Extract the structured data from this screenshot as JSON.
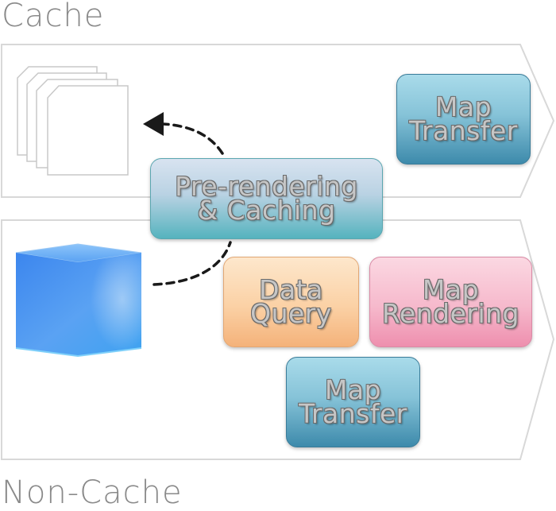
{
  "sections": {
    "cache_label": "Cache",
    "noncache_label": "Non-Cache"
  },
  "boxes": {
    "cache_map_transfer": "Map\nTransfer",
    "prerender_caching": "Pre-rendering\n& Caching",
    "data_query": "Data\nQuery",
    "map_rendering": "Map\nRendering",
    "noncache_map_transfer": "Map\nTransfer"
  },
  "colors": {
    "map_transfer": "#86c3d8",
    "prerender": "#b9d2e3",
    "data_query": "#fbd1a5",
    "map_rendering": "#f6b9cc",
    "database_cube": "#4a96f0",
    "arrow": "#1a1a1a"
  },
  "icons": {
    "tiles": "stacked-tiles-icon",
    "database": "cube-database-icon",
    "arrow": "dashed-arrow-icon"
  }
}
